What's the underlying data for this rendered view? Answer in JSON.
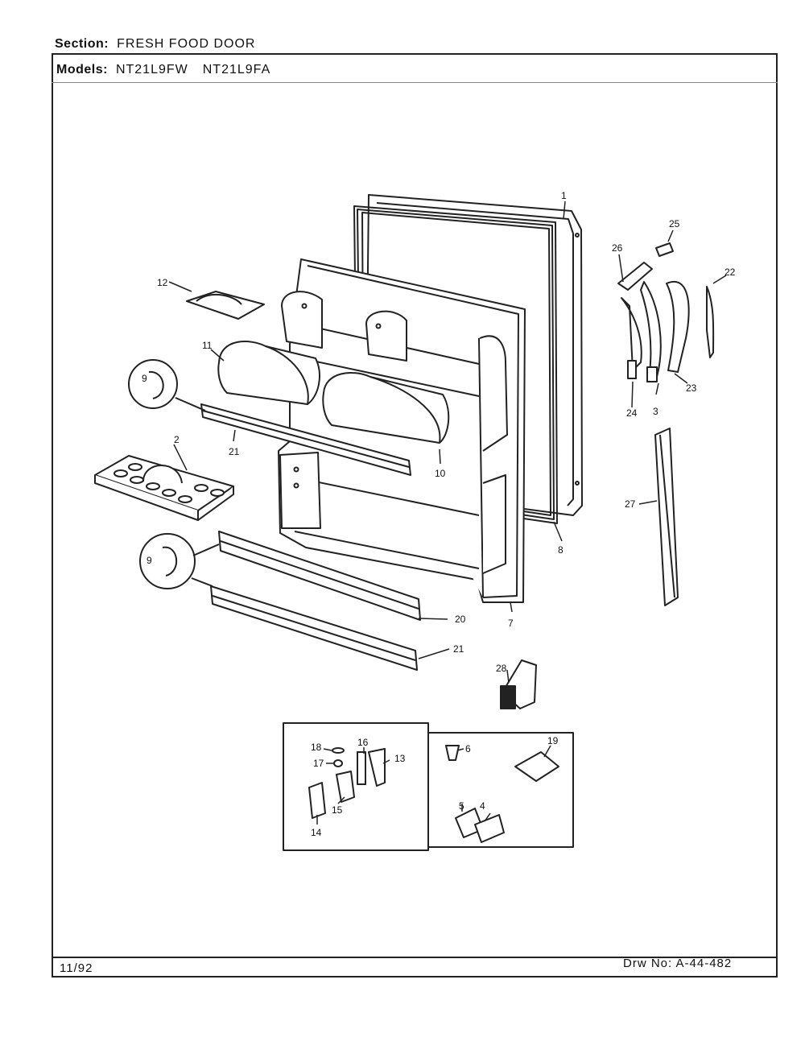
{
  "section": {
    "label": "Section:",
    "value": "FRESH FOOD DOOR"
  },
  "models": {
    "label": "Models:",
    "values": [
      "NT21L9FW",
      "NT21L9FA"
    ]
  },
  "footer": {
    "date": "11/92",
    "drawing_label": "Drw No:",
    "drawing_number": "A-44-482"
  },
  "callouts": [
    "1",
    "2",
    "3",
    "4",
    "5",
    "6",
    "7",
    "8",
    "9",
    "9",
    "10",
    "11",
    "12",
    "13",
    "14",
    "15",
    "16",
    "17",
    "18",
    "19",
    "20",
    "21",
    "21",
    "22",
    "23",
    "24",
    "25",
    "26",
    "27",
    "28"
  ]
}
